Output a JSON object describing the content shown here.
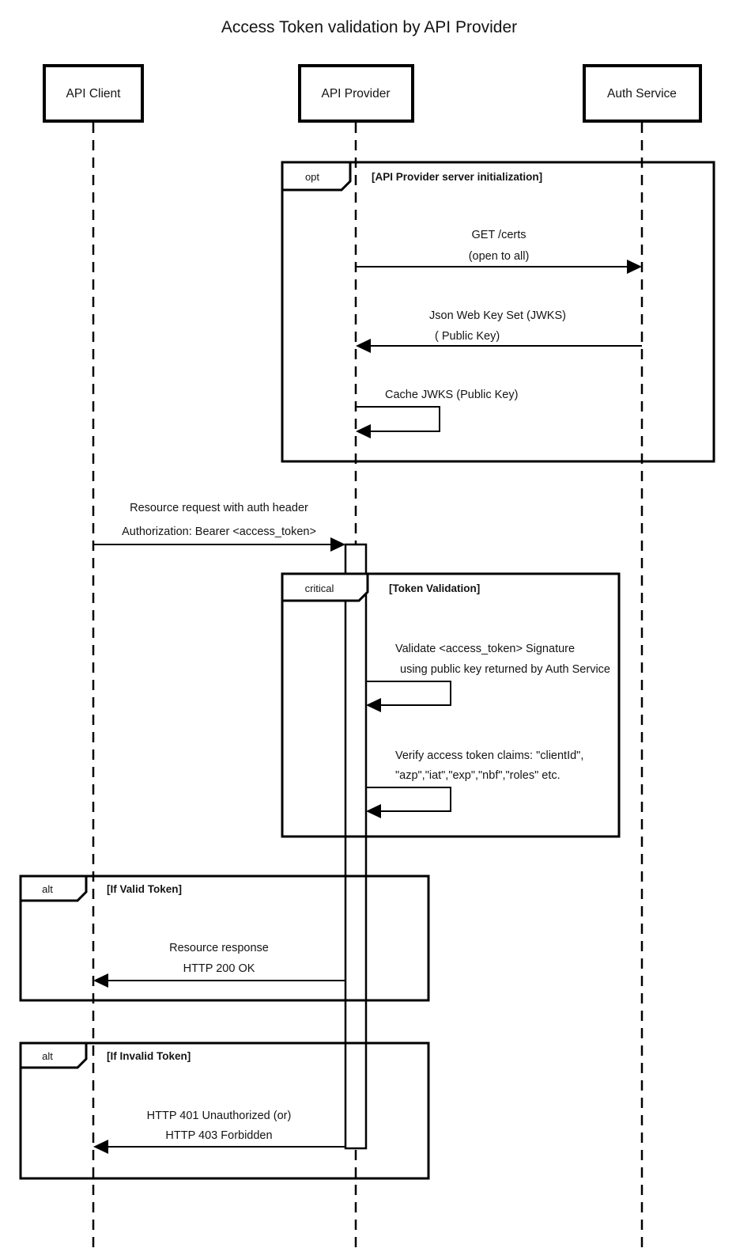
{
  "diagram": {
    "title": "Access Token validation by API Provider",
    "colors": {
      "stroke": "#000000",
      "background": "#ffffff",
      "text": "#141414"
    },
    "actors": [
      {
        "label": "API Client"
      },
      {
        "label": "API Provider"
      },
      {
        "label": "Auth Service"
      }
    ],
    "fragments": {
      "opt": {
        "label": "opt",
        "guard": "[API Provider server initialization]"
      },
      "critical": {
        "label": "critical",
        "guard": "[Token Validation]"
      },
      "alt_valid": {
        "label": "alt",
        "guard": "[If Valid Token]"
      },
      "alt_invalid": {
        "label": "alt",
        "guard": "[If Invalid Token]"
      }
    },
    "messages": {
      "get_certs": {
        "line1": "GET /certs",
        "line2": "(open to all)"
      },
      "jwks": {
        "line1": "Json Web Key Set (JWKS)",
        "line2": "( Public Key)"
      },
      "cache_jwks": {
        "line1": "Cache JWKS (Public Key)"
      },
      "request": {
        "line1": "Resource request with auth header",
        "line2": "Authorization: Bearer <access_token>"
      },
      "validate": {
        "line1": "Validate <access_token> Signature",
        "line2": "using public key returned by Auth Service"
      },
      "verify": {
        "line1": "Verify access token claims: \"clientId\",",
        "line2": "\"azp\",\"iat\",\"exp\",\"nbf\",\"roles\" etc."
      },
      "response_ok": {
        "line1": "Resource response",
        "line2": "HTTP 200 OK"
      },
      "response_err": {
        "line1": "HTTP 401 Unauthorized (or)",
        "line2": "HTTP 403 Forbidden"
      }
    }
  }
}
